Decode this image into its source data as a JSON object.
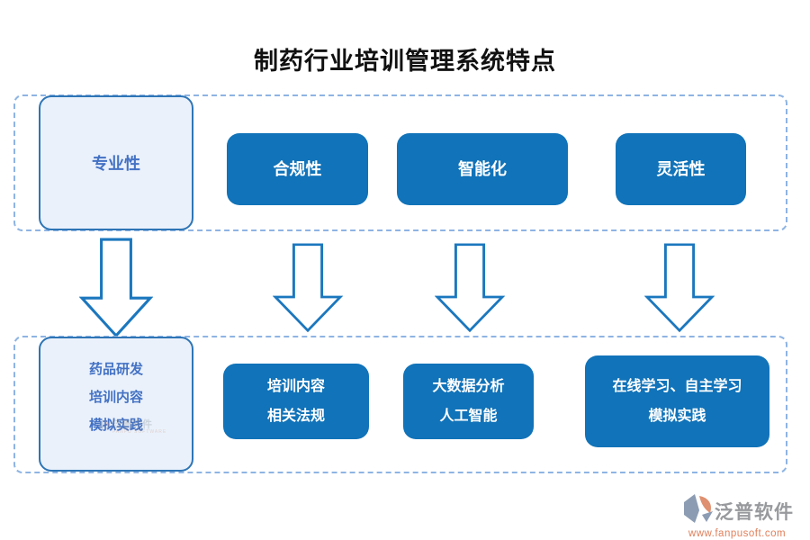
{
  "title": "制药行业培训管理系统特点",
  "features": [
    {
      "label": "专业性"
    },
    {
      "label": "合规性"
    },
    {
      "label": "智能化"
    },
    {
      "label": "灵活性"
    }
  ],
  "details": [
    {
      "line1": "药品研发",
      "line2": "培训内容",
      "line3": "模拟实践"
    },
    {
      "line1": "培训内容",
      "line2": "相关法规"
    },
    {
      "line1": "大数据分析",
      "line2": "人工智能"
    },
    {
      "line1": "在线学习、自主学习",
      "line2": "模拟实践"
    }
  ],
  "watermark": {
    "brand": "泛普软件",
    "url": "www.fanpusoft.com",
    "subtext": "FANPU SOFTWARE"
  },
  "colors": {
    "solid_box": "#1173B9",
    "light_box_fill": "#EAF1FB",
    "light_box_border": "#2E75B6",
    "light_box_text": "#4472C4",
    "dashed_border": "#8EB4E3",
    "arrow_stroke": "#1B77BE",
    "watermark_gray": "#97999C",
    "watermark_orange": "#E0805C"
  }
}
